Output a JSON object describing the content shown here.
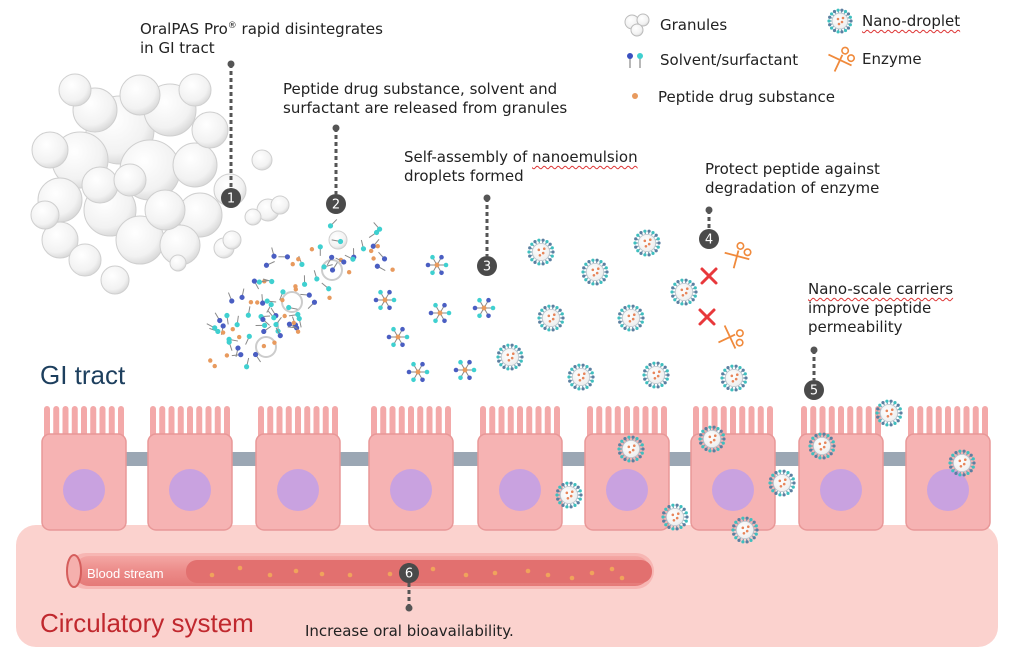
{
  "legend": {
    "granules": "Granules",
    "solvent": "Solvent/surfactant",
    "peptide": "Peptide drug substance",
    "nano": "Nano-droplet",
    "enzyme": "Enzyme"
  },
  "steps": [
    {
      "num": "1",
      "line1": "OralPAS Pro",
      "sup": "®",
      "line1b": " rapid disintegrates",
      "line2": "in GI tract"
    },
    {
      "num": "2",
      "line1": "Peptide drug substance, solvent and",
      "line2": "surfactant are released from granules"
    },
    {
      "num": "3",
      "line1a": "Self-assembly of ",
      "line1b": "nanoemulsion",
      "line2": "droplets formed"
    },
    {
      "num": "4",
      "line1": "Protect peptide against",
      "line2": "degradation of enzyme"
    },
    {
      "num": "5",
      "line1": "Nano-scale carriers",
      "line2": "improve peptide",
      "line3": "permeability"
    },
    {
      "num": "6",
      "line1": "Increase oral bioavailability."
    }
  ],
  "regions": {
    "gi_tract": "GI tract",
    "circulatory": "Circulatory system",
    "blood_stream": "Blood stream"
  },
  "colors": {
    "cell": "#f6b3b3",
    "nucleus": "#c9a2e0",
    "junction": "#9ba7b4",
    "circulatory_bg": "#fbd0cc",
    "blood": "#ec8c8a",
    "peptide": "#e89a5e",
    "nano": "#7f9fb0",
    "gi_text": "#1d3f5e",
    "circ_text": "#c0282e"
  }
}
